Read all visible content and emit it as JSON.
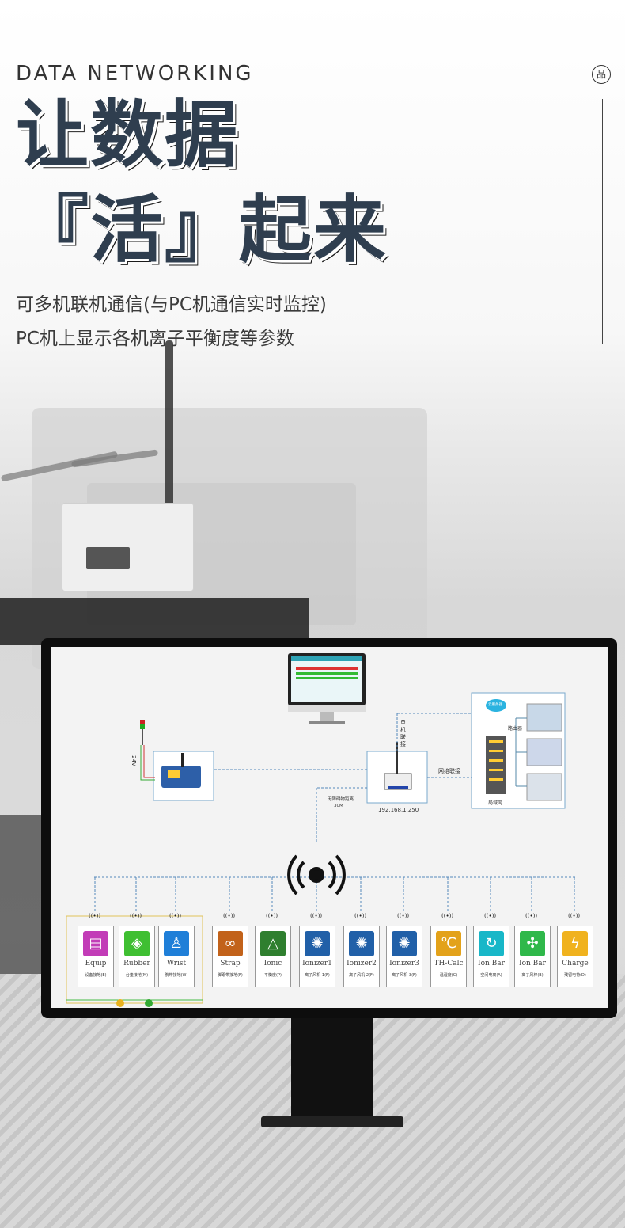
{
  "header": {
    "english": "DATA NETWORKING",
    "title_line1": "让数据",
    "title_line2": "『活』起来",
    "subtitle_line1": "可多机联机通信(与PC机通信实时监控)",
    "subtitle_line2": "PC机上显示各机离子平衡度等参数"
  },
  "diagram": {
    "voltage": "24V",
    "single_link": "单机联接",
    "network_link": "网络联接",
    "wireless_text": "无障碍物距离",
    "wireless_distance": "30M",
    "ip": "192.168.1.250",
    "router_label": "路由器",
    "cloud_label": "云服务器",
    "lan_label": "局域网",
    "cards": [
      {
        "name": "Equip",
        "cn": "设备接地(E)",
        "color": "#c23cb7",
        "icon": "box"
      },
      {
        "name": "Rubber",
        "cn": "台垫接地(M)",
        "color": "#3fbf32",
        "icon": "mat"
      },
      {
        "name": "Wrist",
        "cn": "腕带接地(W)",
        "color": "#1f7fd8",
        "icon": "person"
      },
      {
        "name": "Strap",
        "cn": "脚跟带接地(F)",
        "color": "#c2621a",
        "icon": "strap"
      },
      {
        "name": "Ionic",
        "cn": "平衡度(P)",
        "color": "#2f7f2f",
        "icon": "triangle"
      },
      {
        "name": "Ionizer1",
        "cn": "离子风机-1(F)",
        "color": "#2160a8",
        "icon": "fan"
      },
      {
        "name": "Ionizer2",
        "cn": "离子风机-2(F)",
        "color": "#2160a8",
        "icon": "fan"
      },
      {
        "name": "Ionizer3",
        "cn": "离子风机-3(F)",
        "color": "#2160a8",
        "icon": "fan"
      },
      {
        "name": "TH-Calc",
        "cn": "温湿度(C)",
        "color": "#e3a21a",
        "icon": "thermo"
      },
      {
        "name": "Ion Bar",
        "cn": "空间电离(A)",
        "color": "#18b7c8",
        "icon": "cycle"
      },
      {
        "name": "Ion Bar",
        "cn": "离子风棒(B)",
        "color": "#2fb84a",
        "icon": "blade"
      },
      {
        "name": "Charge",
        "cn": "残留电荷(D)",
        "color": "#f0b21e",
        "icon": "bolt"
      }
    ]
  }
}
